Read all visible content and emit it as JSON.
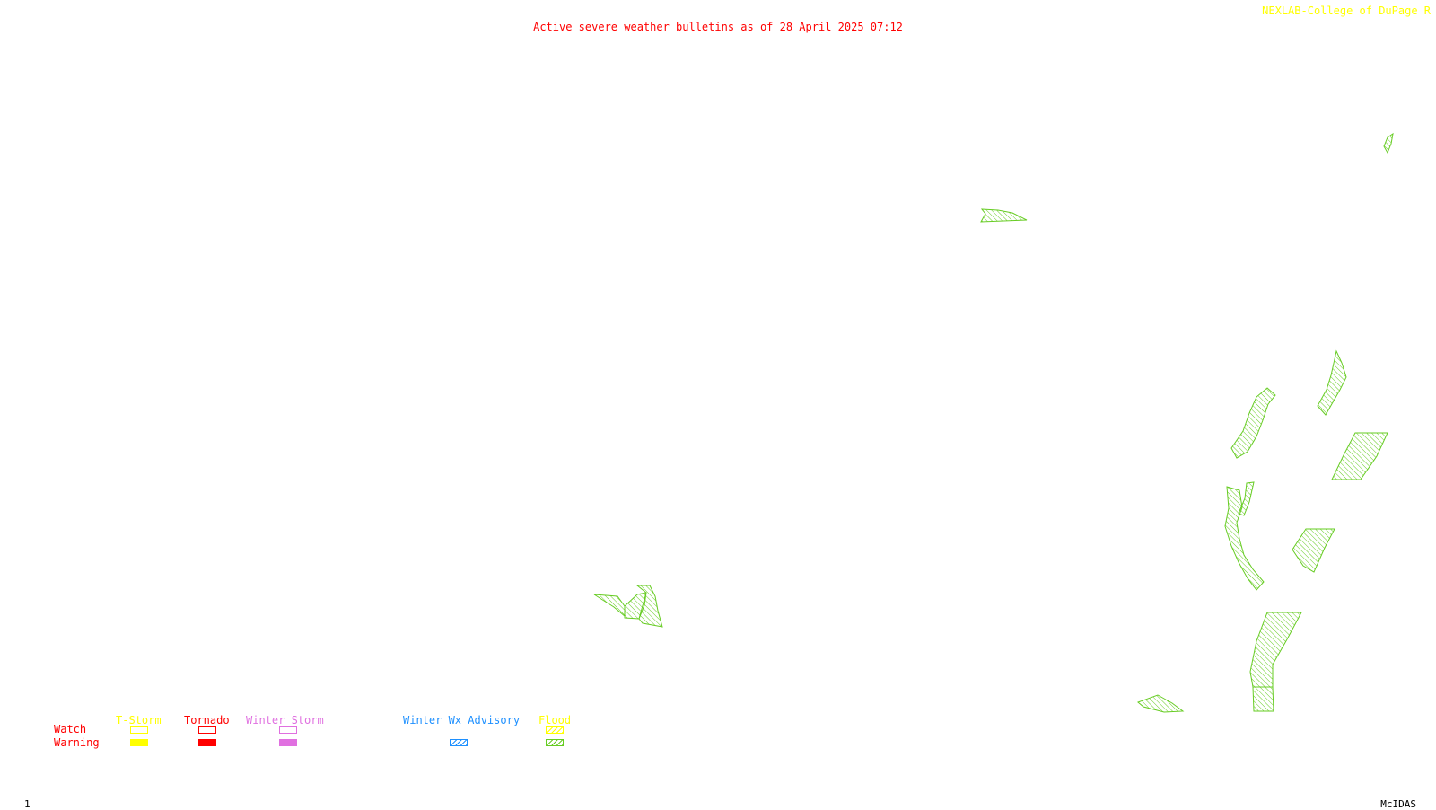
{
  "title": "Active severe weather bulletins as of 28 April 2025 07:12",
  "credit": "NEXLAB-College of DuPage R",
  "frame_number": "1",
  "brand": "McIDAS",
  "colors": {
    "title": "#ff0000",
    "credit": "#ffff00",
    "tstorm": "#ffff00",
    "tornado": "#ff0000",
    "winter_storm": "#e070e0",
    "winter_advisory": "#1e90ff",
    "flood": "#66cc22"
  },
  "legend": {
    "row_labels": {
      "watch": "Watch",
      "warning": "Warning"
    },
    "categories": [
      {
        "key": "tstorm",
        "label": "T-Storm",
        "watch": "outline",
        "warning": "solid"
      },
      {
        "key": "tornado",
        "label": "Tornado",
        "watch": "outline",
        "warning": "solid"
      },
      {
        "key": "winter_storm",
        "label": "Winter Storm",
        "watch": "outline",
        "warning": "solid"
      },
      {
        "key": "winter_advisory",
        "label": "Winter Wx Advisory",
        "watch": "none",
        "warning": "hatched"
      },
      {
        "key": "flood",
        "label": "Flood",
        "watch": "hatched",
        "warning": "hatched"
      }
    ]
  },
  "active_bulletin_type": "flood warning"
}
